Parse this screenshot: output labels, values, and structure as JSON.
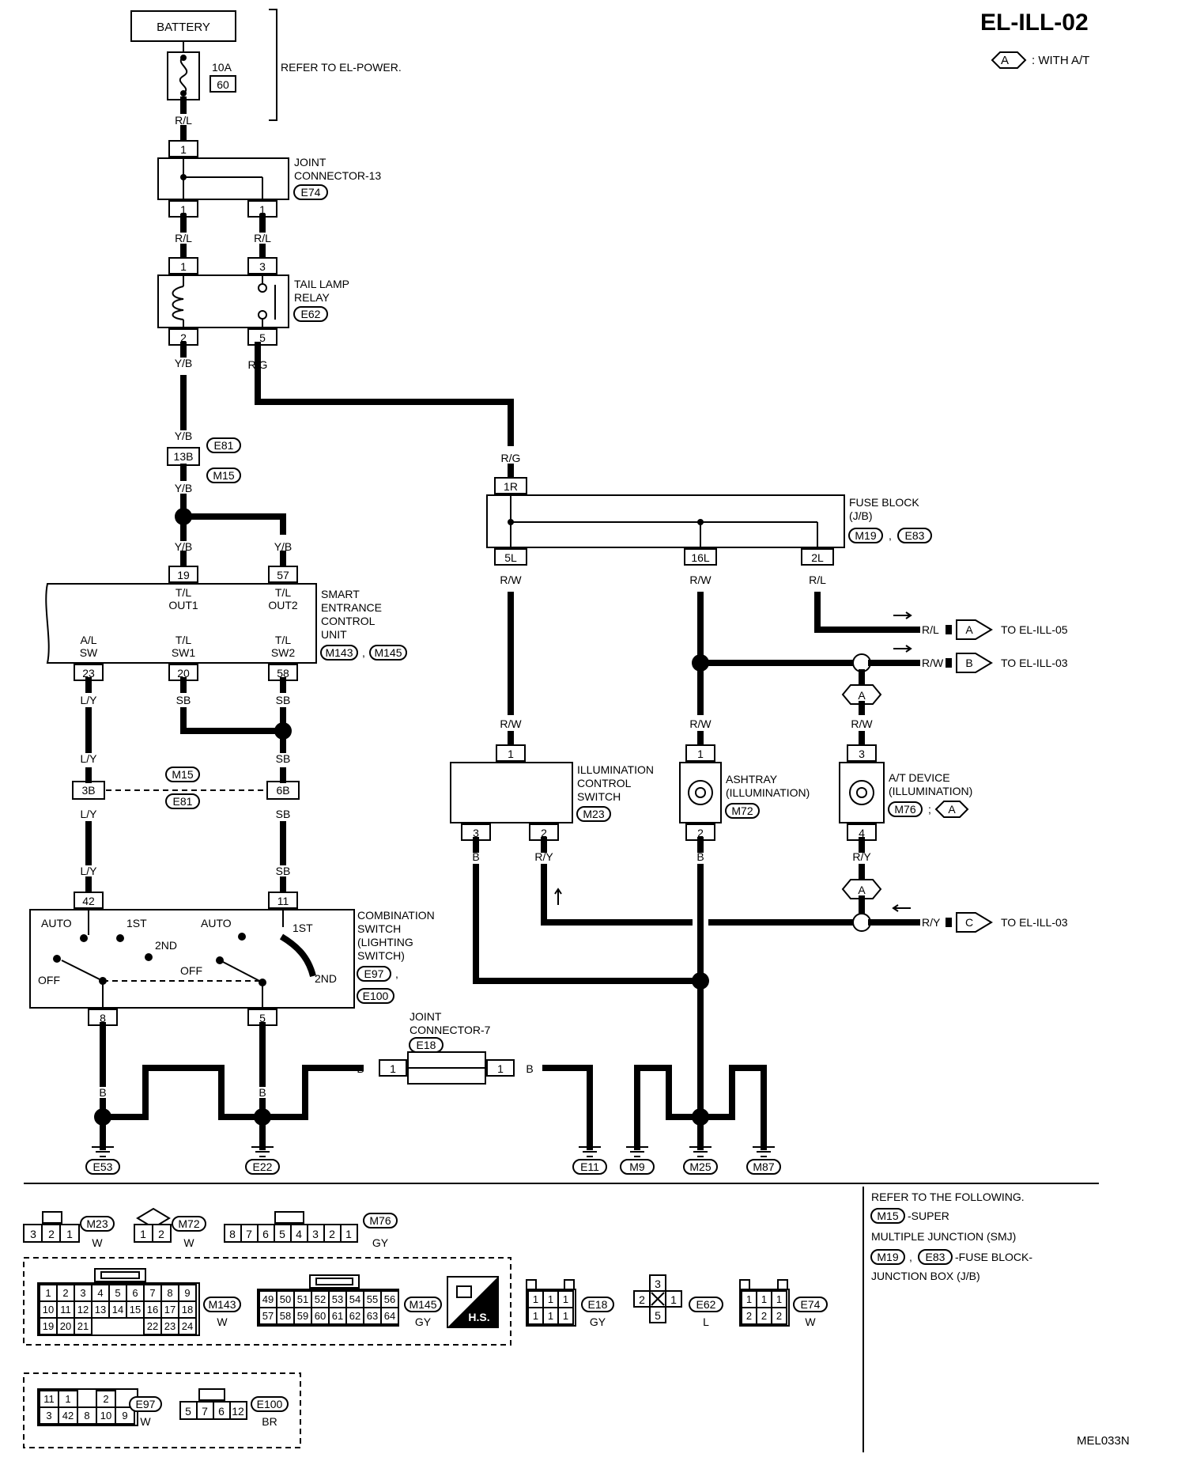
{
  "page": {
    "code": "EL-ILL-02",
    "figure_id": "MEL033N",
    "legend": {
      "badge": "A",
      "text": ": WITH A/T"
    }
  },
  "components": {
    "battery": "BATTERY",
    "fuse_amp": "10A",
    "fuse_num": "60",
    "refer_power": "REFER TO EL-POWER.",
    "jc13": [
      "JOINT",
      "CONNECTOR-13"
    ],
    "jc13_conn": "E74",
    "relay": [
      "TAIL LAMP",
      "RELAY"
    ],
    "relay_conn": "E62",
    "fuse_block": [
      "FUSE BLOCK",
      "(J/B)"
    ],
    "fuse_block_conn": [
      "M19",
      "E83"
    ],
    "smart": [
      "SMART",
      "ENTRANCE",
      "CONTROL",
      "UNIT"
    ],
    "smart_conn": [
      "M143",
      "M145"
    ],
    "smart_terms": {
      "out1": [
        "T/L",
        "OUT1"
      ],
      "out2": [
        "T/L",
        "OUT2"
      ],
      "alsw": [
        "A/L",
        "SW"
      ],
      "sw1": [
        "T/L",
        "SW1"
      ],
      "sw2": [
        "T/L",
        "SW2"
      ]
    },
    "illum_switch": [
      "ILLUMINATION",
      "CONTROL",
      "SWITCH"
    ],
    "illum_switch_conn": "M23",
    "ashtray": [
      "ASHTRAY",
      "(ILLUMINATION)"
    ],
    "ashtray_conn": "M72",
    "at_device": [
      "A/T DEVICE",
      "(ILLUMINATION)"
    ],
    "at_device_conn": "M76",
    "combo": [
      "COMBINATION",
      "SWITCH",
      "(LIGHTING",
      "SWITCH)"
    ],
    "combo_conn": [
      "E97",
      "E100"
    ],
    "combo_labels": {
      "auto": "AUTO",
      "first": "1ST",
      "second": "2ND",
      "off": "OFF"
    },
    "jc7": [
      "JOINT",
      "CONNECTOR-7"
    ],
    "jc7_conn": "E18",
    "smj_conn": [
      "E81",
      "M15"
    ],
    "grounds": [
      "E53",
      "E22",
      "E11",
      "M9",
      "M25",
      "M87"
    ]
  },
  "pins": {
    "jc13_top": "1",
    "jc13_bl": "1",
    "jc13_br": "1",
    "relay_1": "1",
    "relay_3": "3",
    "relay_2": "2",
    "relay_5": "5",
    "smj_13b": "13B",
    "fb_1r": "1R",
    "fb_5l": "5L",
    "fb_16l": "16L",
    "fb_2l": "2L",
    "scu_19": "19",
    "scu_57": "57",
    "scu_23": "23",
    "scu_20": "20",
    "scu_58": "58",
    "smj_3b": "3B",
    "smj_6b": "6B",
    "ics_1": "1",
    "ics_3": "3",
    "ics_2": "2",
    "ash_1": "1",
    "ash_2": "2",
    "atd_3": "3",
    "atd_4": "4",
    "cs_42": "42",
    "cs_11": "11",
    "cs_8": "8",
    "cs_5": "5",
    "jc7_l": "1",
    "jc7_r": "1"
  },
  "wires": {
    "rl": "R/L",
    "yb": "Y/B",
    "rg": "R/G",
    "rw": "R/W",
    "ly": "L/Y",
    "sb": "SB",
    "b": "B",
    "ry": "R/Y"
  },
  "refs": {
    "ill05": {
      "badge": "A",
      "color": "R/L",
      "text": "TO EL-ILL-05"
    },
    "ill03a": {
      "badge": "B",
      "color": "R/W",
      "text": "TO EL-ILL-03"
    },
    "ill03b": {
      "badge": "C",
      "color": "R/Y",
      "text": "TO EL-ILL-03"
    }
  },
  "connector_table": {
    "m23": {
      "cells": [
        "3",
        "2",
        "1"
      ],
      "color": "W"
    },
    "m72": {
      "cells": [
        "1",
        "2"
      ],
      "color": "W"
    },
    "m76": {
      "cells": [
        "8",
        "7",
        "6",
        "5",
        "4",
        "3",
        "2",
        "1"
      ],
      "color": "GY"
    },
    "m143": {
      "rows": [
        [
          "1",
          "2",
          "3",
          "4",
          "5",
          "6",
          "7",
          "8",
          "9"
        ],
        [
          "10",
          "11",
          "12",
          "13",
          "14",
          "15",
          "16",
          "17",
          "18"
        ],
        [
          "19",
          "20",
          "21",
          "",
          "",
          "",
          "22",
          "23",
          "24"
        ]
      ],
      "color": "W"
    },
    "m145": {
      "rows": [
        [
          "49",
          "50",
          "51",
          "52",
          "53",
          "54",
          "55",
          "56"
        ],
        [
          "57",
          "58",
          "59",
          "60",
          "61",
          "62",
          "63",
          "64"
        ]
      ],
      "color": "GY"
    },
    "hs": "H.S.",
    "e18": {
      "rows": [
        [
          "1",
          "1",
          "1"
        ],
        [
          "1",
          "1",
          "1"
        ]
      ],
      "color": "GY"
    },
    "e62": {
      "top": "3",
      "left": "2",
      "right": "1",
      "bottom": "5",
      "color": "L"
    },
    "e74": {
      "rows": [
        [
          "1",
          "1",
          "1"
        ],
        [
          "2",
          "2",
          "2"
        ]
      ],
      "color": "W"
    },
    "e97": {
      "rows": [
        [
          "11",
          "1",
          "",
          "2"
        ],
        [
          "3",
          "42",
          "8",
          "10",
          "9"
        ]
      ],
      "color": "W"
    },
    "e100": {
      "cells": [
        "5",
        "7",
        "6",
        "12"
      ],
      "color": "BR"
    }
  },
  "notes": {
    "line1": "REFER TO THE FOLLOWING.",
    "line2": "-SUPER",
    "line3": "MULTIPLE JUNCTION (SMJ)",
    "line4": "-FUSE BLOCK-",
    "line5": "JUNCTION BOX (J/B)",
    "smj": "M15",
    "fb": [
      "M19",
      "E83"
    ]
  }
}
